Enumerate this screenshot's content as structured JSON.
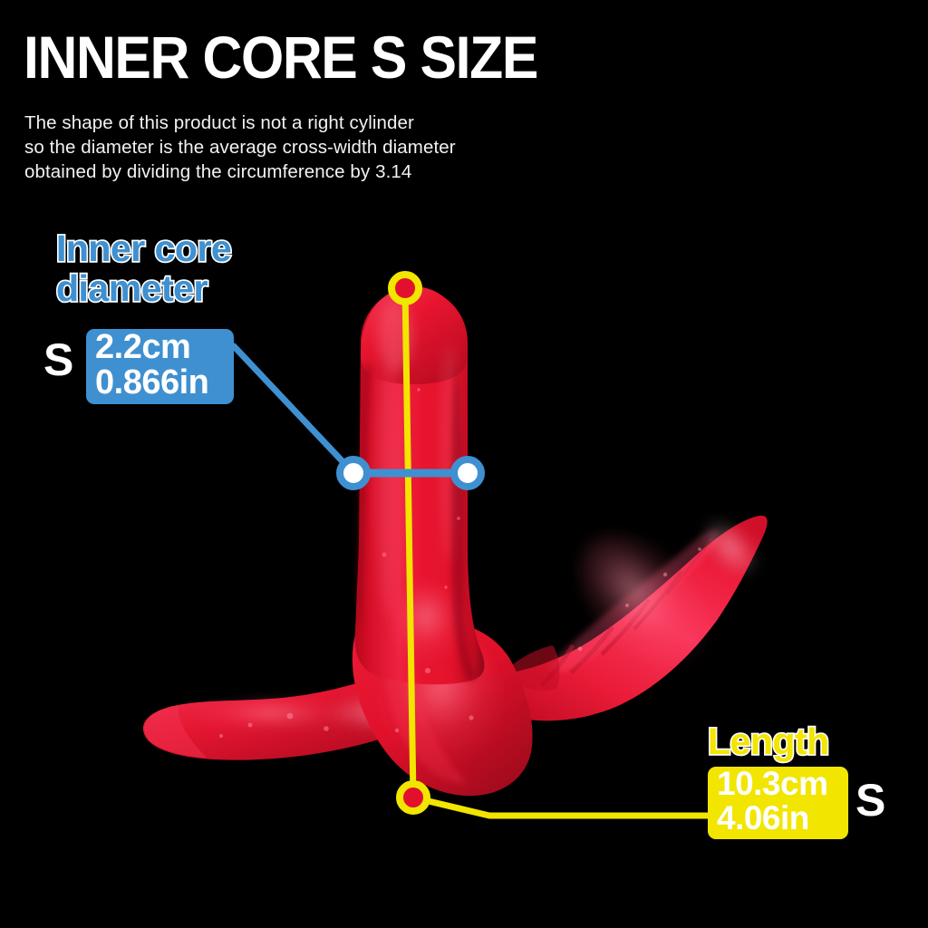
{
  "page": {
    "background_color": "#000000",
    "title": "INNER CORE S SIZE",
    "subtitle": "The shape of this product is not a right cylinder\nso the diameter is the average cross-width diameter\nobtained by dividing the circumference by 3.14"
  },
  "colors": {
    "background": "#000000",
    "text": "#ffffff",
    "diameter_accent": "#3f90d0",
    "length_accent": "#f2e500",
    "product_red": "#e2102c",
    "product_red_light": "#f72a4c",
    "product_red_dark": "#9d0a1e"
  },
  "annotations": {
    "diameter": {
      "label": "Inner core\ndiameter",
      "size_letter": "S",
      "value_cm": "2.2cm",
      "value_in": "0.866in",
      "accent_color": "#3f90d0"
    },
    "length": {
      "label": "Length",
      "size_letter": "S",
      "value_cm": "10.3cm",
      "value_in": "4.06in",
      "accent_color": "#f2e500"
    }
  },
  "product": {
    "name": "inner-core-red-silicone-toy",
    "color": "#e2102c",
    "description": "red silicone product with vertical shaft and two curved arms"
  }
}
